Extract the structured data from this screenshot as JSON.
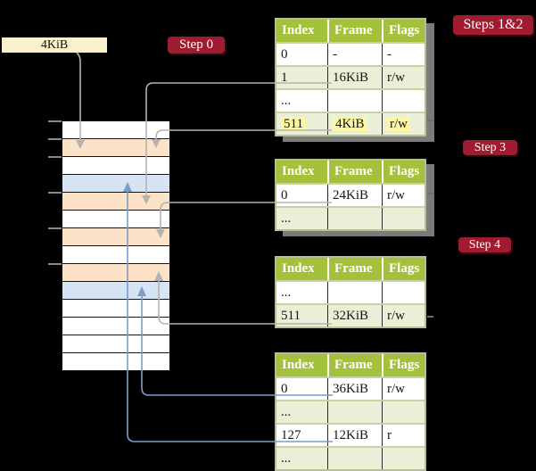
{
  "legend": {
    "frame_size_label": "4KiB"
  },
  "step_labels": [
    {
      "text": "Step 0"
    },
    {
      "text": "Steps 1&2"
    },
    {
      "text": "Step 3"
    },
    {
      "text": "Step 4"
    }
  ],
  "memory": {
    "rows": [
      "white",
      "orange",
      "white",
      "blue",
      "orange",
      "white",
      "orange",
      "white",
      "orange",
      "blue",
      "white",
      "white",
      "white",
      "white"
    ]
  },
  "tables": [
    {
      "step": "Steps 1&2",
      "headers": [
        "Index",
        "Frame",
        "Flags"
      ],
      "rows": [
        {
          "cells": [
            "0",
            "-",
            "-"
          ],
          "shade": "white",
          "highlight": false
        },
        {
          "cells": [
            "1",
            "16KiB",
            "r/w"
          ],
          "shade": "green",
          "highlight": false
        },
        {
          "cells": [
            "...",
            "",
            ""
          ],
          "shade": "white",
          "highlight": false
        },
        {
          "cells": [
            "511",
            "4KiB",
            "r/w"
          ],
          "shade": "green",
          "highlight": true
        }
      ]
    },
    {
      "step": "Step 3",
      "headers": [
        "Index",
        "Frame",
        "Flags"
      ],
      "rows": [
        {
          "cells": [
            "0",
            "24KiB",
            "r/w"
          ],
          "shade": "white",
          "highlight": false
        },
        {
          "cells": [
            "...",
            "",
            ""
          ],
          "shade": "green",
          "highlight": false
        }
      ]
    },
    {
      "step": "Step 4",
      "headers": [
        "Index",
        "Frame",
        "Flags"
      ],
      "rows": [
        {
          "cells": [
            "...",
            "",
            ""
          ],
          "shade": "white",
          "highlight": false
        },
        {
          "cells": [
            "511",
            "32KiB",
            "r/w"
          ],
          "shade": "green",
          "highlight": false
        }
      ]
    },
    {
      "step": "Step 4",
      "headers": [
        "Index",
        "Frame",
        "Flags"
      ],
      "rows": [
        {
          "cells": [
            "0",
            "36KiB",
            "r/w"
          ],
          "shade": "white",
          "highlight": false
        },
        {
          "cells": [
            "...",
            "",
            ""
          ],
          "shade": "green",
          "highlight": false
        },
        {
          "cells": [
            "127",
            "12KiB",
            "r"
          ],
          "shade": "white",
          "highlight": false
        },
        {
          "cells": [
            "...",
            "",
            ""
          ],
          "shade": "green",
          "highlight": false
        }
      ]
    }
  ],
  "arrows": [
    {
      "from": "4KiB-legend-box",
      "to": "memory-row-2-orange",
      "color": "gray"
    },
    {
      "from": "table1-row-1-16KiB",
      "to": "memory-row-5-orange",
      "color": "gray"
    },
    {
      "from": "table1-row-511-4KiB",
      "to": "memory-row-2-orange",
      "color": "gray"
    },
    {
      "from": "table2-row-0-24KiB",
      "to": "memory-row-7-orange",
      "color": "gray"
    },
    {
      "from": "table3-row-511-32KiB",
      "to": "memory-row-9-orange",
      "color": "gray"
    },
    {
      "from": "table4-row-0-36KiB",
      "to": "memory-row-10-blue",
      "color": "blue"
    },
    {
      "from": "table4-row-127-12KiB",
      "to": "memory-row-4-blue",
      "color": "blue"
    }
  ],
  "colors": {
    "background": "#000000",
    "header_green": "#a3c13a",
    "row_light_green": "#eaf0d7",
    "highlight_yellow": "#fdf6a2",
    "label_red": "#9e1b30",
    "legend_cream": "#faf0cc",
    "memory_orange": "#fce3c8",
    "memory_blue": "#d7e4f3",
    "line_gray": "#b3b3b3",
    "line_blue": "#7d9cc8"
  }
}
